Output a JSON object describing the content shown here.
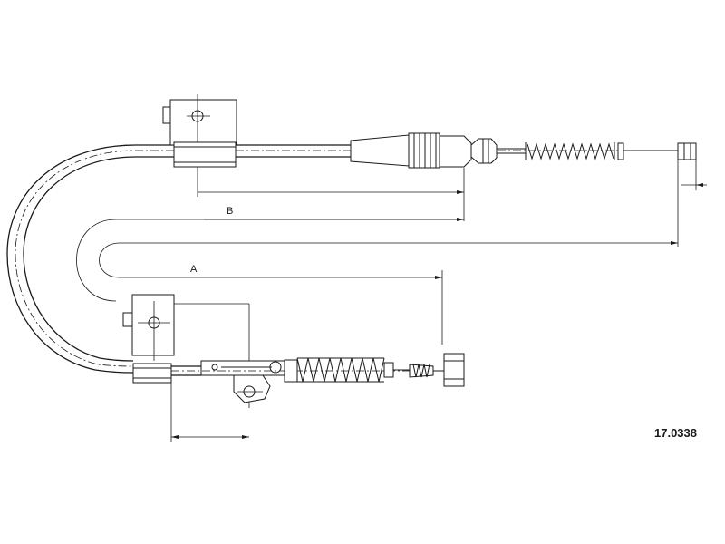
{
  "part_number": "17.0338",
  "labels": {
    "dimension_b": "B",
    "dimension_a": "A"
  }
}
